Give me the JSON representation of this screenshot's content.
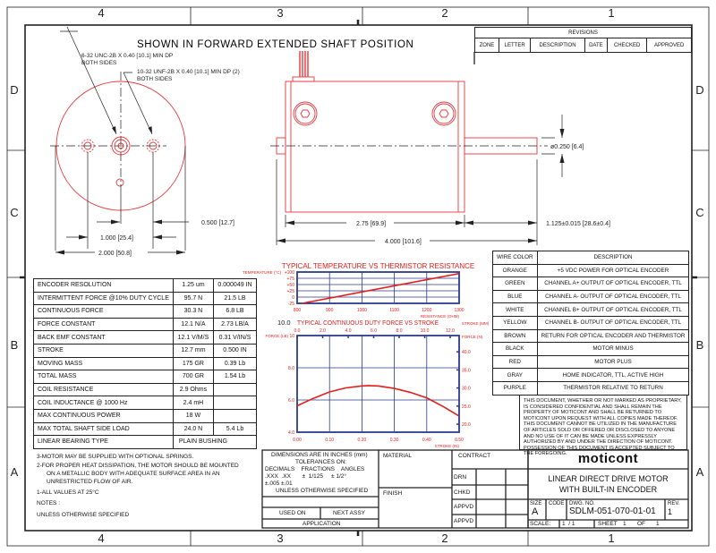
{
  "frame": {
    "zones_top": [
      "4",
      "3",
      "2",
      "1"
    ],
    "zones_side": [
      "D",
      "C",
      "B",
      "A"
    ]
  },
  "view_title": "SHOWN IN FORWARD EXTENDED SHAFT POSITION",
  "callouts": {
    "hole_a": "6-32 UNC-2B X 0.40 [10.1] MIN DP",
    "hole_a_sub": "BOTH SIDES",
    "hole_b": "10-32 UNF-2B X 0.40 [10.1] MIN DP (2)",
    "hole_b_sub": "BOTH SIDES"
  },
  "dimensions": {
    "d_0500": "0.500 [12.7]",
    "d_1000": "1.000 [25.4]",
    "d_2000": "2.000 [50.8]",
    "d_275": "2.75 [69.9]",
    "d_4000": "4.000 [101.6]",
    "d_1125": "1.125±0.015 [28.6±0.4]",
    "d_shaft": "ø0.250 [6.4]"
  },
  "revisions": {
    "title": "REVISIONS",
    "columns": [
      "ZONE",
      "LETTER",
      "DESCRIPTION",
      "DATE",
      "CHECKED",
      "APPROVED"
    ]
  },
  "specs": [
    [
      "ENCODER RESOLUTION",
      "1.25 um",
      "0.000049 IN"
    ],
    [
      "INTERMITTENT FORCE @10% DUTY CYCLE",
      "95.7 N",
      "21.5 LB"
    ],
    [
      "CONTINUOUS FORCE",
      "30.3 N",
      "6.8 LB"
    ],
    [
      "FORCE CONSTANT",
      "12.1 N/A",
      "2.73 LB/A"
    ],
    [
      "BACK EMF CONSTANT",
      "12.1 V/M/S",
      "0.31 V/IN/S"
    ],
    [
      "STROKE",
      "12.7 mm",
      "0.500 IN"
    ],
    [
      "MOVING MASS",
      "175 GR",
      "0.39 Lb"
    ],
    [
      "TOTAL MASS",
      "700 GR",
      "1.54 Lb"
    ],
    [
      "COIL RESISTANCE",
      "2.9 Ohms",
      ""
    ],
    [
      "COIL INDUCTANCE @ 1000 Hz",
      "2.4 mH",
      ""
    ],
    [
      "MAX CONTINUOUS POWER",
      "18 W",
      ""
    ],
    [
      "MAX TOTAL SHAFT SIDE LOAD",
      "24.0 N",
      "5.4 Lb"
    ],
    [
      "LINEAR BEARING TYPE",
      "PLAIN BUSHING",
      ""
    ]
  ],
  "wires": {
    "headers": [
      "WIRE COLOR",
      "DESCRIPTION"
    ],
    "rows": [
      [
        "ORANGE",
        "+5 VDC POWER FOR OPTICAL ENCODER"
      ],
      [
        "GREEN",
        "CHANNEL A+ OUTPUT OF OPTICAL ENCODER, TTL"
      ],
      [
        "BLUE",
        "CHANNEL A- OUTPUT OF OPTICAL ENCODER, TTL"
      ],
      [
        "WHITE",
        "CHANNEL B+ OUTPUT OF OPTICAL ENCODER, TTL"
      ],
      [
        "YELLOW",
        "CHANNEL B- OUTPUT OF OPTICAL ENCODER, TTL"
      ],
      [
        "BROWN",
        "RETURN FOR OPTICAL ENCODER AND THERMISTOR"
      ],
      [
        "BLACK",
        "MOTOR MINUS"
      ],
      [
        "RED",
        "MOTOR PLUS"
      ],
      [
        "GRAY",
        "HOME INDICATOR, TTL, ACTIVE HIGH"
      ],
      [
        "PURPLE",
        "THERMISTOR RELATIVE TO RETURN"
      ]
    ]
  },
  "notice": "THIS DOCUMENT, WHETHER OR NOT MARKED AS PROPRIETARY, IS CONSIDERED CONFIDENTIAL AND SHALL REMAIN THE PROPERTY OF MOTICONT AND SHALL BE RETURNED TO MOTICONT UPON REQUEST WITH ALL COPIES MADE THEREOF. THIS DOCUMENT CANNOT BE UTILIZED IN THE MANUFACTURE OF ARTICLES SOLD OR OFFERED OR DISCLOSED TO ANYONE AND NO USE OF IT CAN BE MADE UNLESS EXPRESSLY AUTHORIZED BY AND UNDER THE DIRECTION OF MOTICONT. POSSESSION OF THIS DOCUMENT IS ACCEPTED SUBJECT TO THE FOREGOING.",
  "notes": {
    "n3": "3-MOTOR MAY BE SUPPLIED WITH OPTIONAL SPRINGS.",
    "n2": "2-FOR PROPER HEAT DISSIPATION, THE MOTOR SHOULD BE MOUNTED",
    "n2b": "ON A METALLIC BODY WITH ADEQUATE SURFACE AREA IN AN",
    "n2c": "UNRESTRICTED FLOW OF AIR.",
    "n1": "1-ALL VALUES AT 25°C",
    "heading": "NOTES :",
    "unless": "UNLESS OTHERWISE SPECIFIED"
  },
  "tolerances": {
    "l1": "DIMENSIONS ARE IN INCHES (mm)",
    "l2": "TOLERANCES ON:",
    "l3": "DECIMALS    FRACTIONS    ANGLES",
    "l4": ".XXX  .XX       ±  1/125     ± 1/2°",
    "l5": "±.005 ±.01",
    "l6": "UNLESS OTHERWISE SPECIFIED",
    "used_on": "USED ON",
    "next_assy": "NEXT ASSY",
    "application": "APPLICATION"
  },
  "title_block": {
    "material": "MATERIAL",
    "finish": "FINISH",
    "contract": "CONTRACT",
    "drn": "DRN",
    "chkd": "CHKD",
    "appvd1": "APPVD",
    "appvd2": "APPVD",
    "company": "moticont",
    "title1": "LINEAR DIRECT DRIVE MOTOR",
    "title2": "WITH BUILT-IN ENCODER",
    "size_label": "SIZE",
    "size": "A",
    "code_label": "CODE",
    "dwg_label": "DWG. NO.",
    "dwg_no": "SDLM-051-070-01-01",
    "rev_label": "REV.",
    "rev": "1",
    "scale_label": "SCALE:",
    "scale": "1  / 1",
    "sheet_label": "SHEET",
    "sheet": "1",
    "of_label": "OF",
    "sheets": "1"
  },
  "chart_data": [
    {
      "type": "line",
      "title": "TYPICAL TEMPERATURE VS THERMISTOR RESISTANCE",
      "ylabel": "TEMPERATURE (°C)",
      "xlabel": "RESISTANCE (OHM)",
      "xlim": [
        800,
        1300
      ],
      "ylim": [
        -25,
        100
      ],
      "xticks": [
        800,
        900,
        1000,
        1100,
        1200,
        1300
      ],
      "yticks": [
        -25,
        0,
        25,
        50,
        75,
        100
      ],
      "ytick_labels": [
        "-25",
        "0",
        "+25",
        "+50",
        "+75",
        "+100"
      ],
      "grid": true,
      "series": [
        {
          "name": "temperature",
          "x": [
            815,
            1300
          ],
          "y": [
            -25,
            94
          ]
        }
      ]
    },
    {
      "type": "line",
      "title": "TYPICAL CONTINUOUS DUTY FORCE VS STROKE",
      "ylabel": "FORCE (LB)",
      "y2label": "FORCE (N)",
      "xlabel": "STROKE (IN)",
      "x2label": "STROKE (MM)",
      "corner_label": "10.0",
      "xlim": [
        0,
        0.5
      ],
      "ylim": [
        4,
        10
      ],
      "xticks": [
        0,
        0.1,
        0.2,
        0.3,
        0.4,
        0.5
      ],
      "xtick_labels": [
        "0.00",
        "0.10",
        "0.20",
        "0.30",
        "0.40",
        "0.50"
      ],
      "yticks": [
        4,
        6,
        8,
        10
      ],
      "ytick_labels": [
        "4.0",
        "6.0",
        "8.0",
        "10"
      ],
      "x2ticks": [
        0,
        2,
        4,
        6,
        8,
        10,
        12
      ],
      "x2tick_labels": [
        "0.0",
        "2.0",
        "4.0",
        "6.0",
        "8.0",
        "10.0",
        "12.0"
      ],
      "y2ticks": [
        20,
        25,
        30,
        35,
        40
      ],
      "y2tick_labels": [
        "20.0",
        "25.0",
        "30.0",
        "35.0",
        "40.0"
      ],
      "grid": true,
      "series": [
        {
          "name": "force",
          "x": [
            0,
            0.05,
            0.1,
            0.15,
            0.2,
            0.22,
            0.25,
            0.3,
            0.35,
            0.4,
            0.45,
            0.5
          ],
          "y": [
            5.64,
            6.1,
            6.5,
            6.75,
            6.87,
            6.89,
            6.87,
            6.72,
            6.47,
            6.13,
            5.6,
            5.0
          ]
        }
      ]
    }
  ],
  "colors": {
    "line": "#222222",
    "part": "#e8383d",
    "chart_grid": "#2b3a8c",
    "chart_red": "#e0201c"
  }
}
